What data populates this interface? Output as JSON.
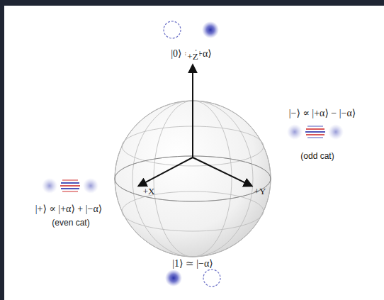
{
  "diagram": {
    "labels": [
      "|0⟩ ≃ |+α⟩",
      "+Z",
      "|−⟩ ∝ |+α⟩ − |−α⟩",
      "(odd cat)",
      "+X",
      "+Y",
      "|+⟩ ∝ |+α⟩ + |−α⟩",
      "(even cat)",
      "|1⟩ ≃ |−α⟩"
    ]
  }
}
